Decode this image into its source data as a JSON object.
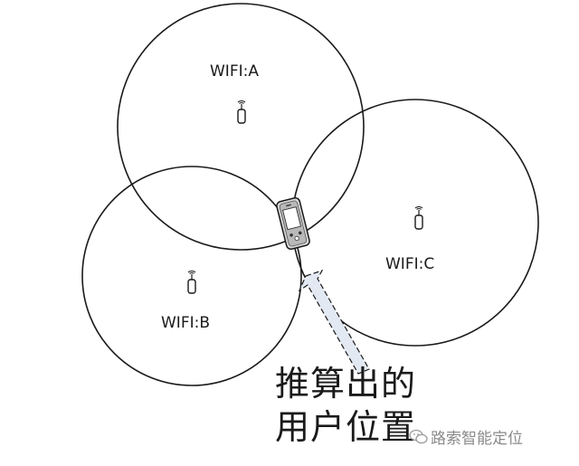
{
  "diagram": {
    "access_points": [
      {
        "label": "WIFI:A",
        "icon": "wifi-antenna-icon"
      },
      {
        "label": "WIFI:B",
        "icon": "wifi-antenna-icon"
      },
      {
        "label": "WIFI:C",
        "icon": "wifi-antenna-icon"
      }
    ],
    "device": {
      "icon": "smartphone-icon"
    },
    "callout": {
      "line1": "推算出的",
      "line2": "用户位置"
    },
    "watermark": {
      "icon": "wechat-logo-icon",
      "text": "路索智能定位"
    },
    "colors": {
      "stroke": "#1a1a1a",
      "arrow_fill": "#e3e9f3",
      "watermark": "#8a8a8a"
    }
  }
}
